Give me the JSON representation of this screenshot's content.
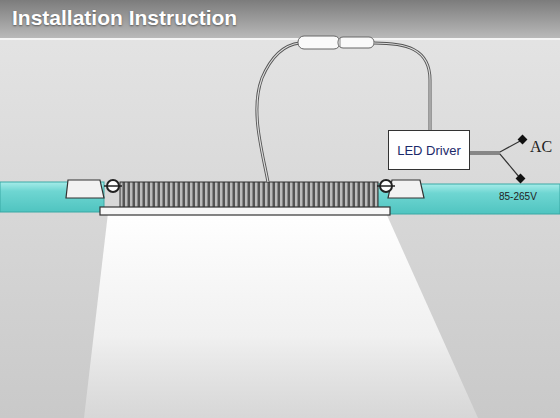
{
  "diagram": {
    "title": "Installation Instruction",
    "nodes": [
      {
        "text": [
          "LED Driver"
        ]
      }
    ],
    "edges": [],
    "labels": [
      "AC",
      "85-265V"
    ]
  }
}
